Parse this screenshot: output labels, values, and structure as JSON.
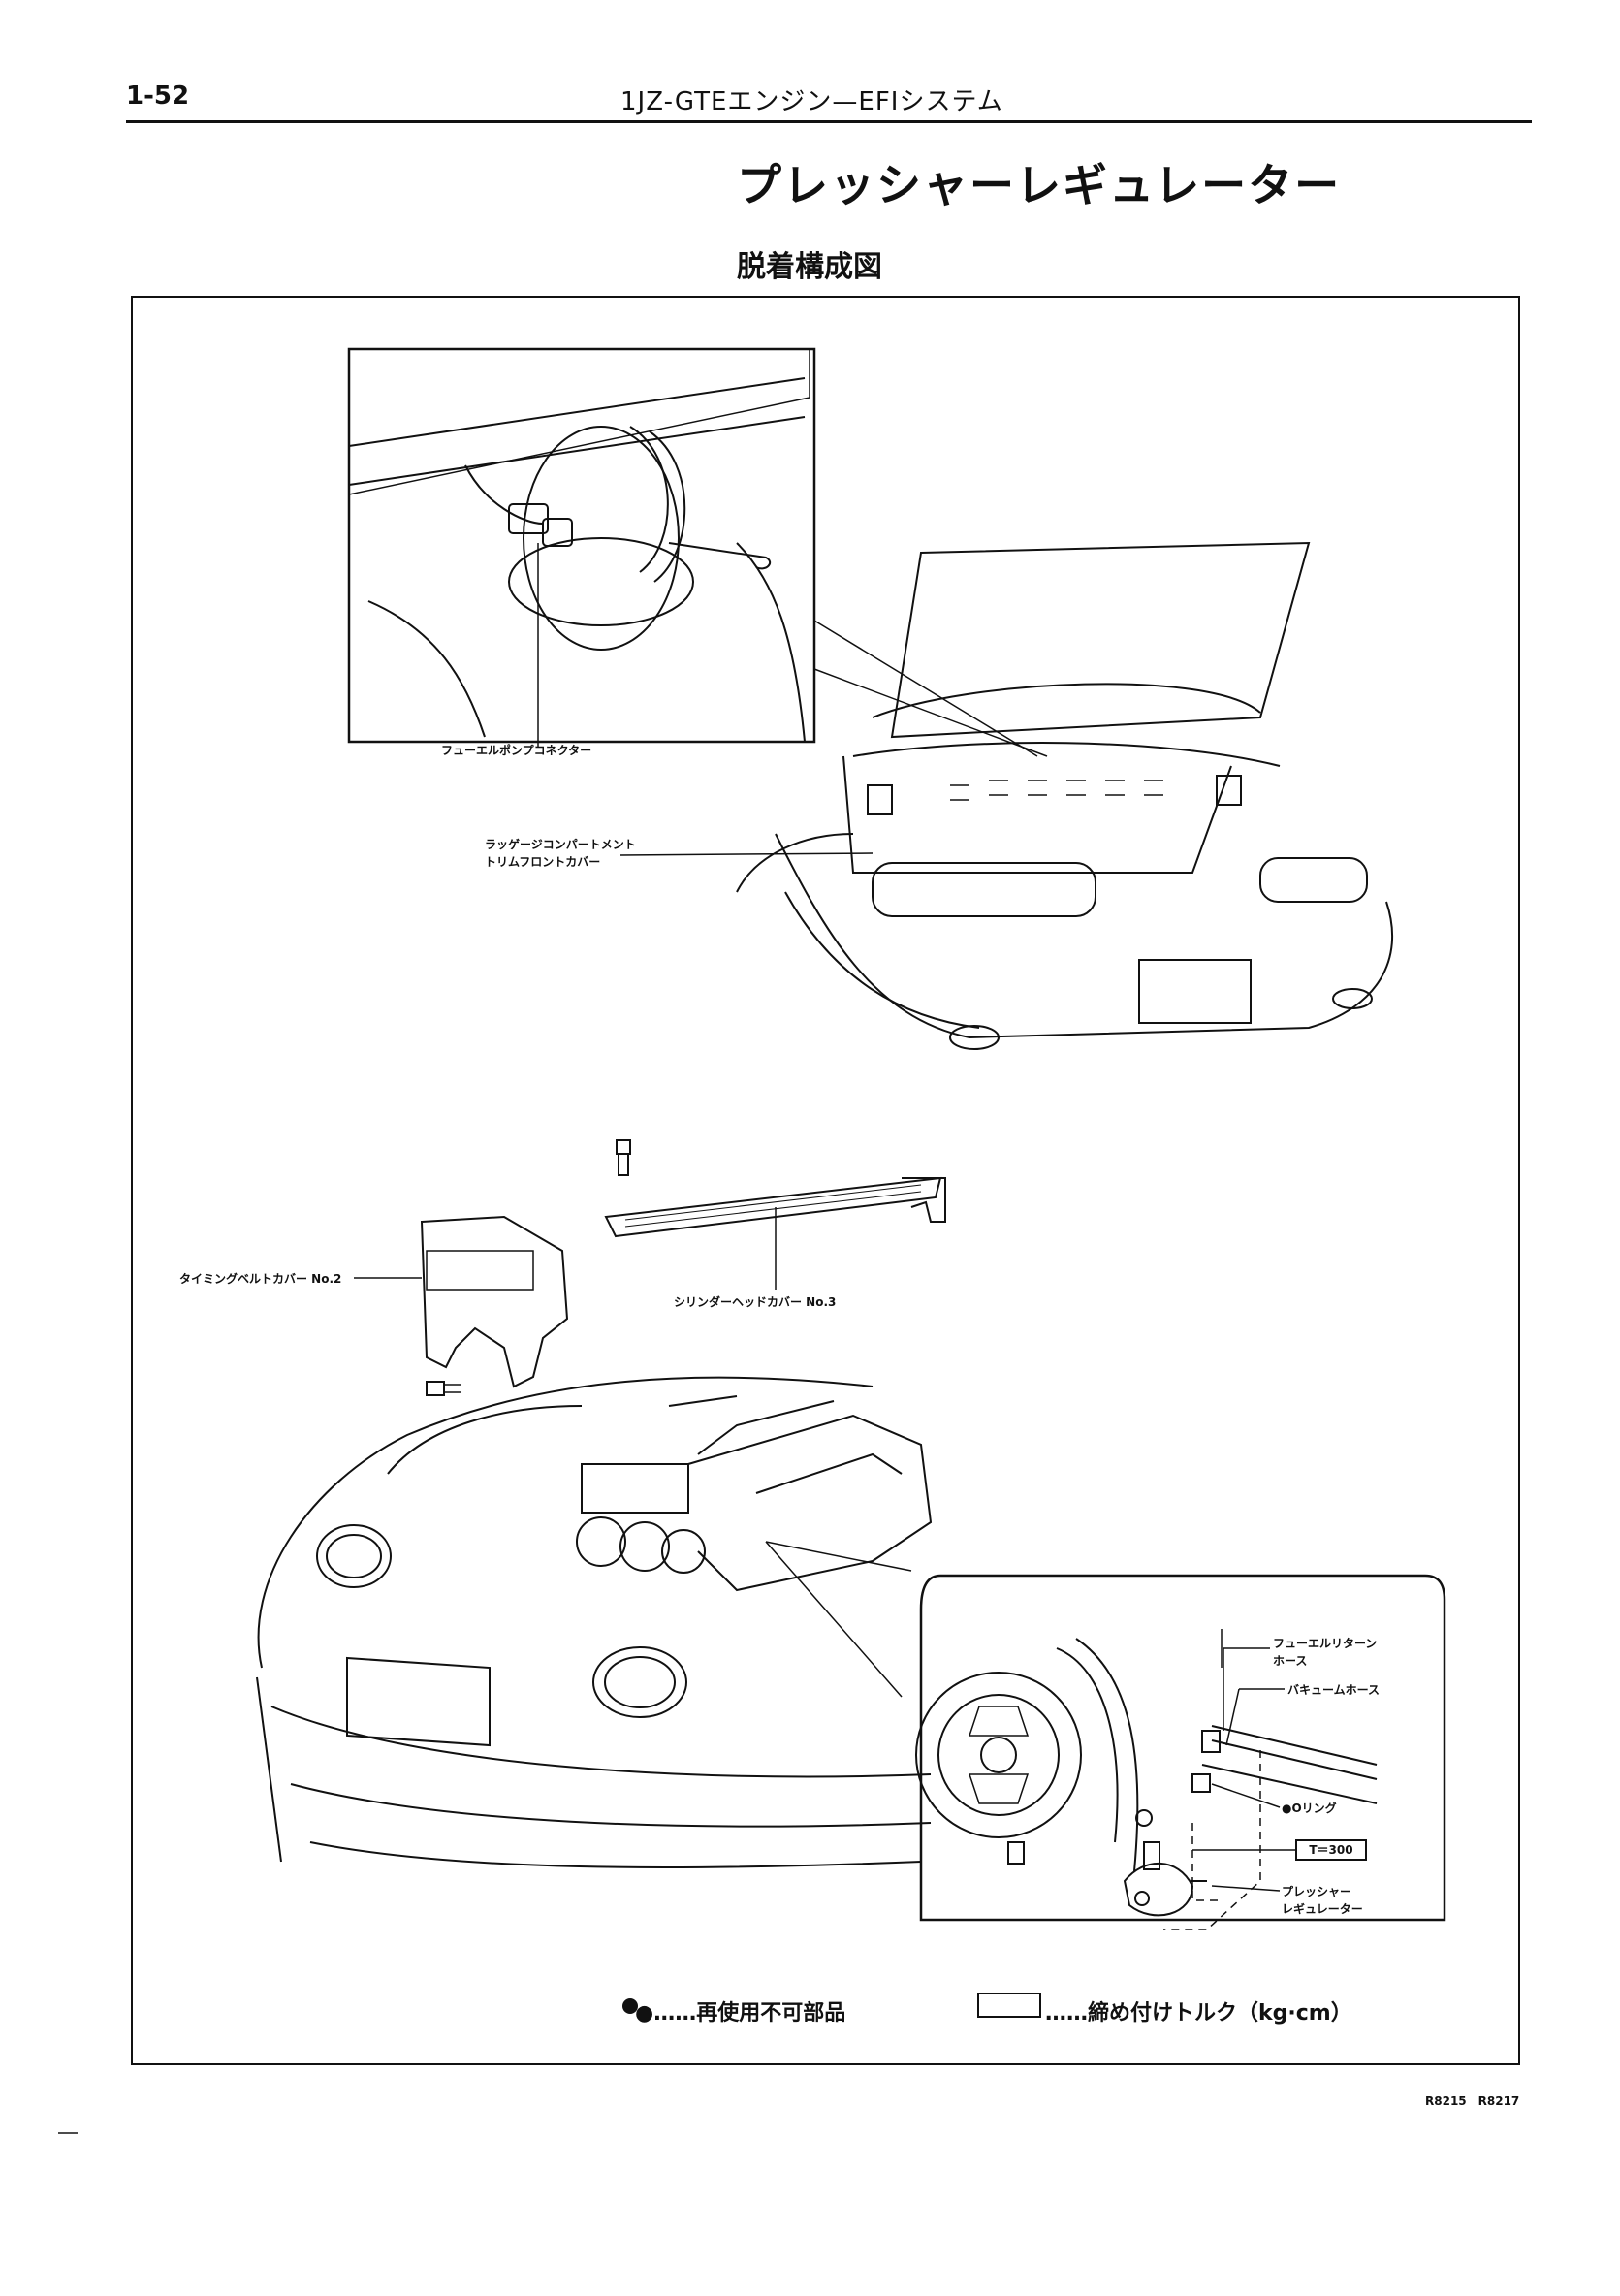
{
  "header": {
    "page_number": "1-52",
    "running_title": "1JZ-GTEエンジン—EFIシステム"
  },
  "section": {
    "title": "プレッシャーレギュレーター",
    "subtitle": "脱着構成図"
  },
  "figure": {
    "callouts": {
      "fuel_pump_connector": "フューエルポンプコネクター",
      "luggage_trim_line1": "ラッゲージコンパートメント",
      "luggage_trim_line2": "トリムフロントカバー",
      "timing_belt_cover": "タイミングベルトカバー No.2",
      "cylinder_head_cover": "シリンダーヘッドカバー No.3",
      "fuel_return_hose_line1": "フューエルリターン",
      "fuel_return_hose_line2": "ホース",
      "vacuum_hose": "バキュームホース",
      "o_ring": "●Oリング",
      "torque_value": "T＝300",
      "pressure_regulator_line1": "プレッシャー",
      "pressure_regulator_line2": "レギュレーター"
    },
    "legend": {
      "non_reusable": "●……再使用不可部品",
      "torque": "……締め付けトルク（kg·cm）"
    },
    "figure_code": "R8215　R8217"
  }
}
